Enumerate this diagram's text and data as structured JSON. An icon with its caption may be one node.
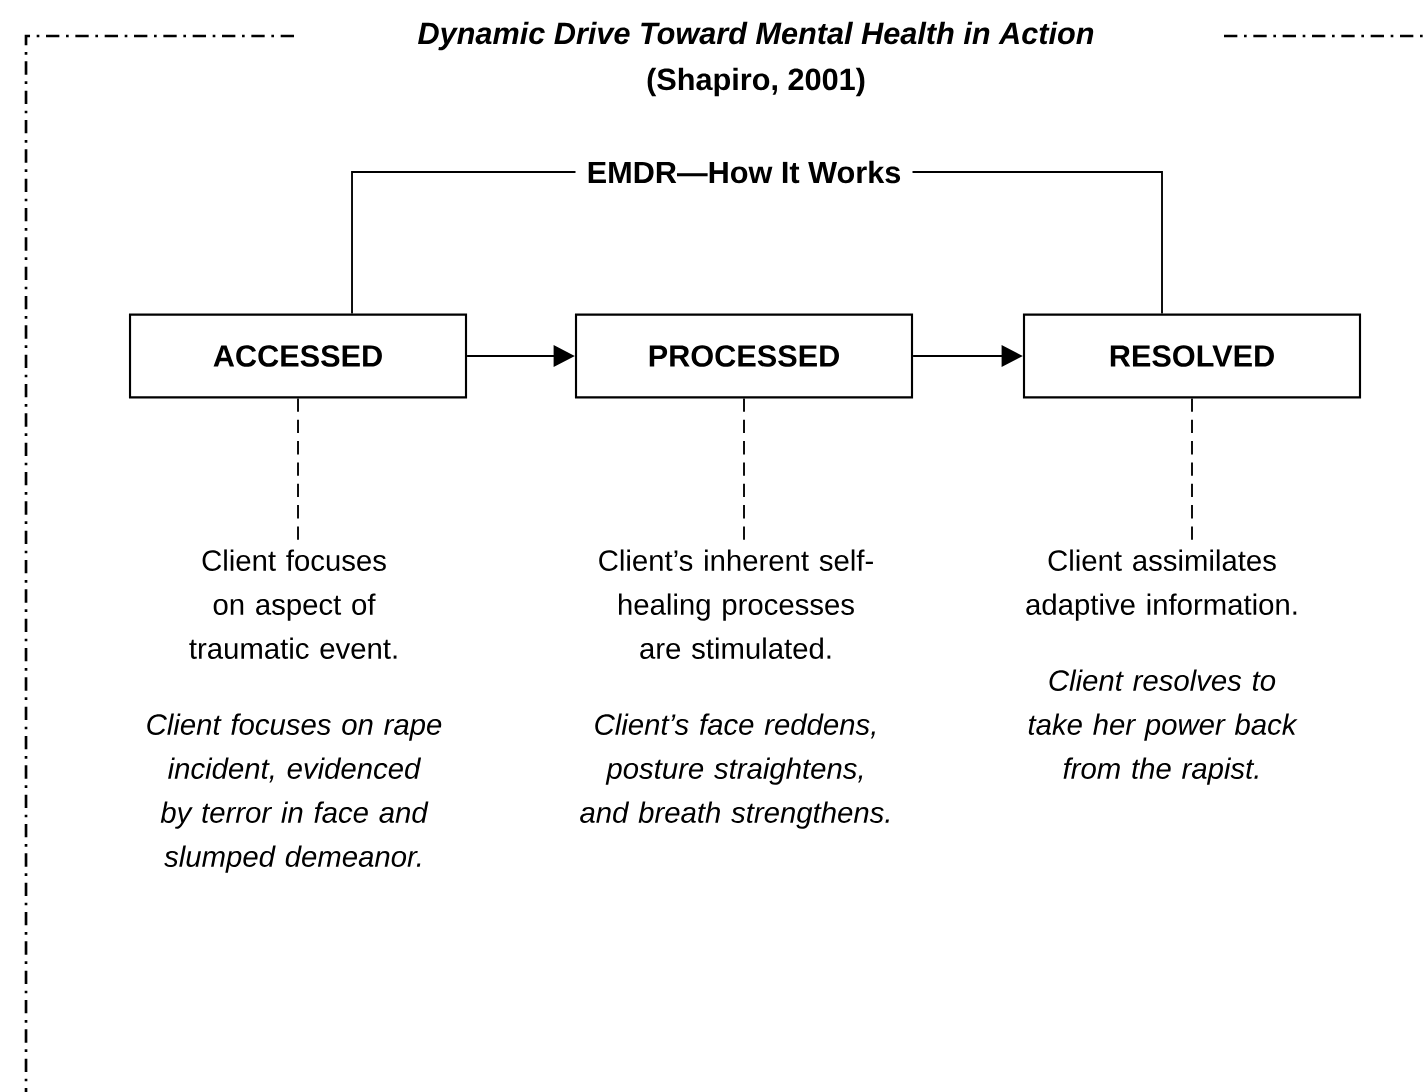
{
  "diagram": {
    "title": "Dynamic Drive Toward Mental Health in Action",
    "nodes": [
      {
        "text": [
          "EMDR—How It Works"
        ]
      },
      {
        "text": [
          "ACCESSED"
        ]
      },
      {
        "text": [
          "PROCESSED"
        ]
      },
      {
        "text": [
          "RESOLVED"
        ]
      },
      {
        "text": [
          "Client focuses on aspect of traumatic event.",
          "Client focuses on rape incident, evidenced by terror in face and slumped demeanor."
        ]
      },
      {
        "text": [
          "Client’s inherent self-healing processes are stimulated.",
          "Client’s face reddens, posture straightens, and breath strengthens."
        ]
      },
      {
        "text": [
          "Client assimilates adaptive information.",
          "Client resolves to take her power back from the rapist."
        ]
      }
    ],
    "edges": [
      {
        "from": 0,
        "to": 1,
        "arrow": "none"
      },
      {
        "from": 0,
        "to": 3,
        "arrow": "none"
      },
      {
        "from": 1,
        "to": 2,
        "arrow": "to"
      },
      {
        "from": 2,
        "to": 3,
        "arrow": "to"
      },
      {
        "from": 1,
        "to": 4,
        "arrow": "none",
        "style": "dashed"
      },
      {
        "from": 2,
        "to": 5,
        "arrow": "none",
        "style": "dashed"
      },
      {
        "from": 3,
        "to": 6,
        "arrow": "none",
        "style": "dashed"
      }
    ],
    "labels": [
      "(Shapiro, 2001)"
    ]
  }
}
